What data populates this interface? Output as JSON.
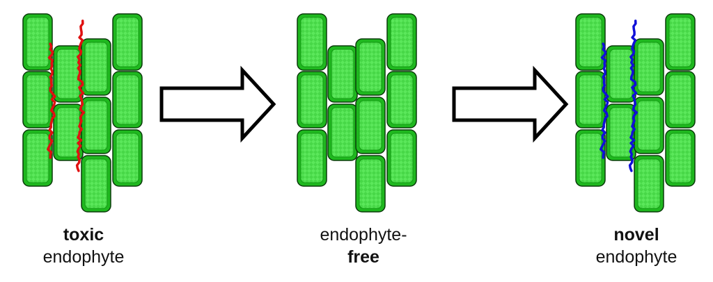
{
  "colors": {
    "cell_outer": "#1fb81f",
    "cell_inner": "#5be85b",
    "cell_border": "#0a3a0a",
    "toxic_line": "#e01010",
    "novel_line": "#1010d8",
    "arrow_stroke": "#000000"
  },
  "panels": [
    {
      "name": "toxic",
      "line1": "toxic",
      "line2": "endophyte",
      "bold_line": 1,
      "hyphae": "toxic_line"
    },
    {
      "name": "free",
      "line1": "endophyte-",
      "line2": "free",
      "bold_line": 2,
      "hyphae": null
    },
    {
      "name": "novel",
      "line1": "novel",
      "line2": "endophyte",
      "bold_line": 1,
      "hyphae": "novel_line"
    }
  ]
}
